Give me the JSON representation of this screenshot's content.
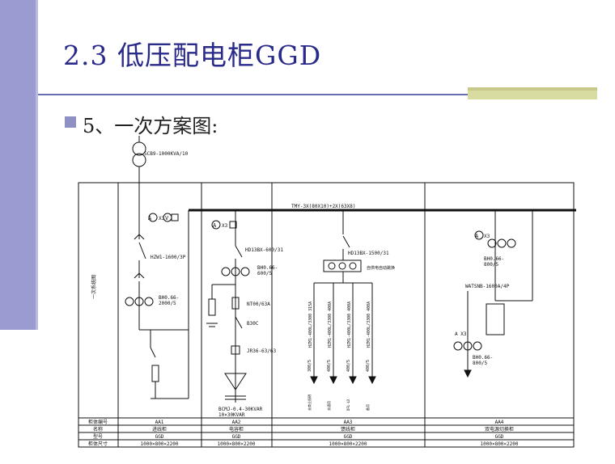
{
  "slide": {
    "title": "2.3 低压配电柜GGD",
    "bullet": "5、一次方案图:"
  },
  "diagram": {
    "transformer_label": "SCB9-1000KVA/10",
    "busbar_label": "TMY-3X(80X10)+2X(63X8)",
    "side_label": "一次系统图",
    "aa1": {
      "meter_ammeter": "A",
      "meter_x3": "X3",
      "meter_voltmeter": "V",
      "breaker": "HZW1-1600/3P",
      "ct": "BH0.66-\n2000/5"
    },
    "aa2": {
      "meter_ammeter": "A",
      "meter_x3": "X3",
      "switch": "HD13BX-600/31",
      "ct": "BH0.66-\n600/5",
      "fuse": "NT00/63A",
      "contactor": "B30C",
      "relay": "JR36-63/63",
      "capacitor": "BCMJ-0.4-30KVAR\n10×30KVAR"
    },
    "aa3": {
      "switch": "HD13BX-1500/31",
      "auto_label": "自供电自动跳换",
      "feeders": [
        "HZM1-400L/3300 315A",
        "HZM1-400L/3300 400A",
        "HZM1-400L/3300 400A",
        "HZM1-400L/3300 400A"
      ],
      "cts": [
        "300/5",
        "400/5",
        "400/5",
        "400/5"
      ],
      "loads": [
        "去商业照明",
        "去通用",
        "DFL-LX",
        "备用"
      ]
    },
    "aa4": {
      "meter_ammeter": "A",
      "meter_x3": "X3",
      "ct_top": "BH0.66-\n800/5",
      "ats": "WATSNB-1600A/4P",
      "ct_bottom": "BH0.66-\n800/5",
      "side_x3": "A X3"
    }
  },
  "table": {
    "row_headers": [
      "柜体编号",
      "名称",
      "型号",
      "柜体尺寸"
    ],
    "columns": [
      {
        "id": "AA1",
        "name": "进线柜",
        "model": "GGD",
        "size": "1000×800×2200"
      },
      {
        "id": "AA2",
        "name": "电容柜",
        "model": "GGD",
        "size": "1000×800×2200"
      },
      {
        "id": "AA3",
        "name": "馈线柜",
        "model": "GGD",
        "size": "1000×800×2200"
      },
      {
        "id": "AA4",
        "name": "双电源切换柜",
        "model": "GGD",
        "size": "1000×800×2200"
      }
    ]
  }
}
